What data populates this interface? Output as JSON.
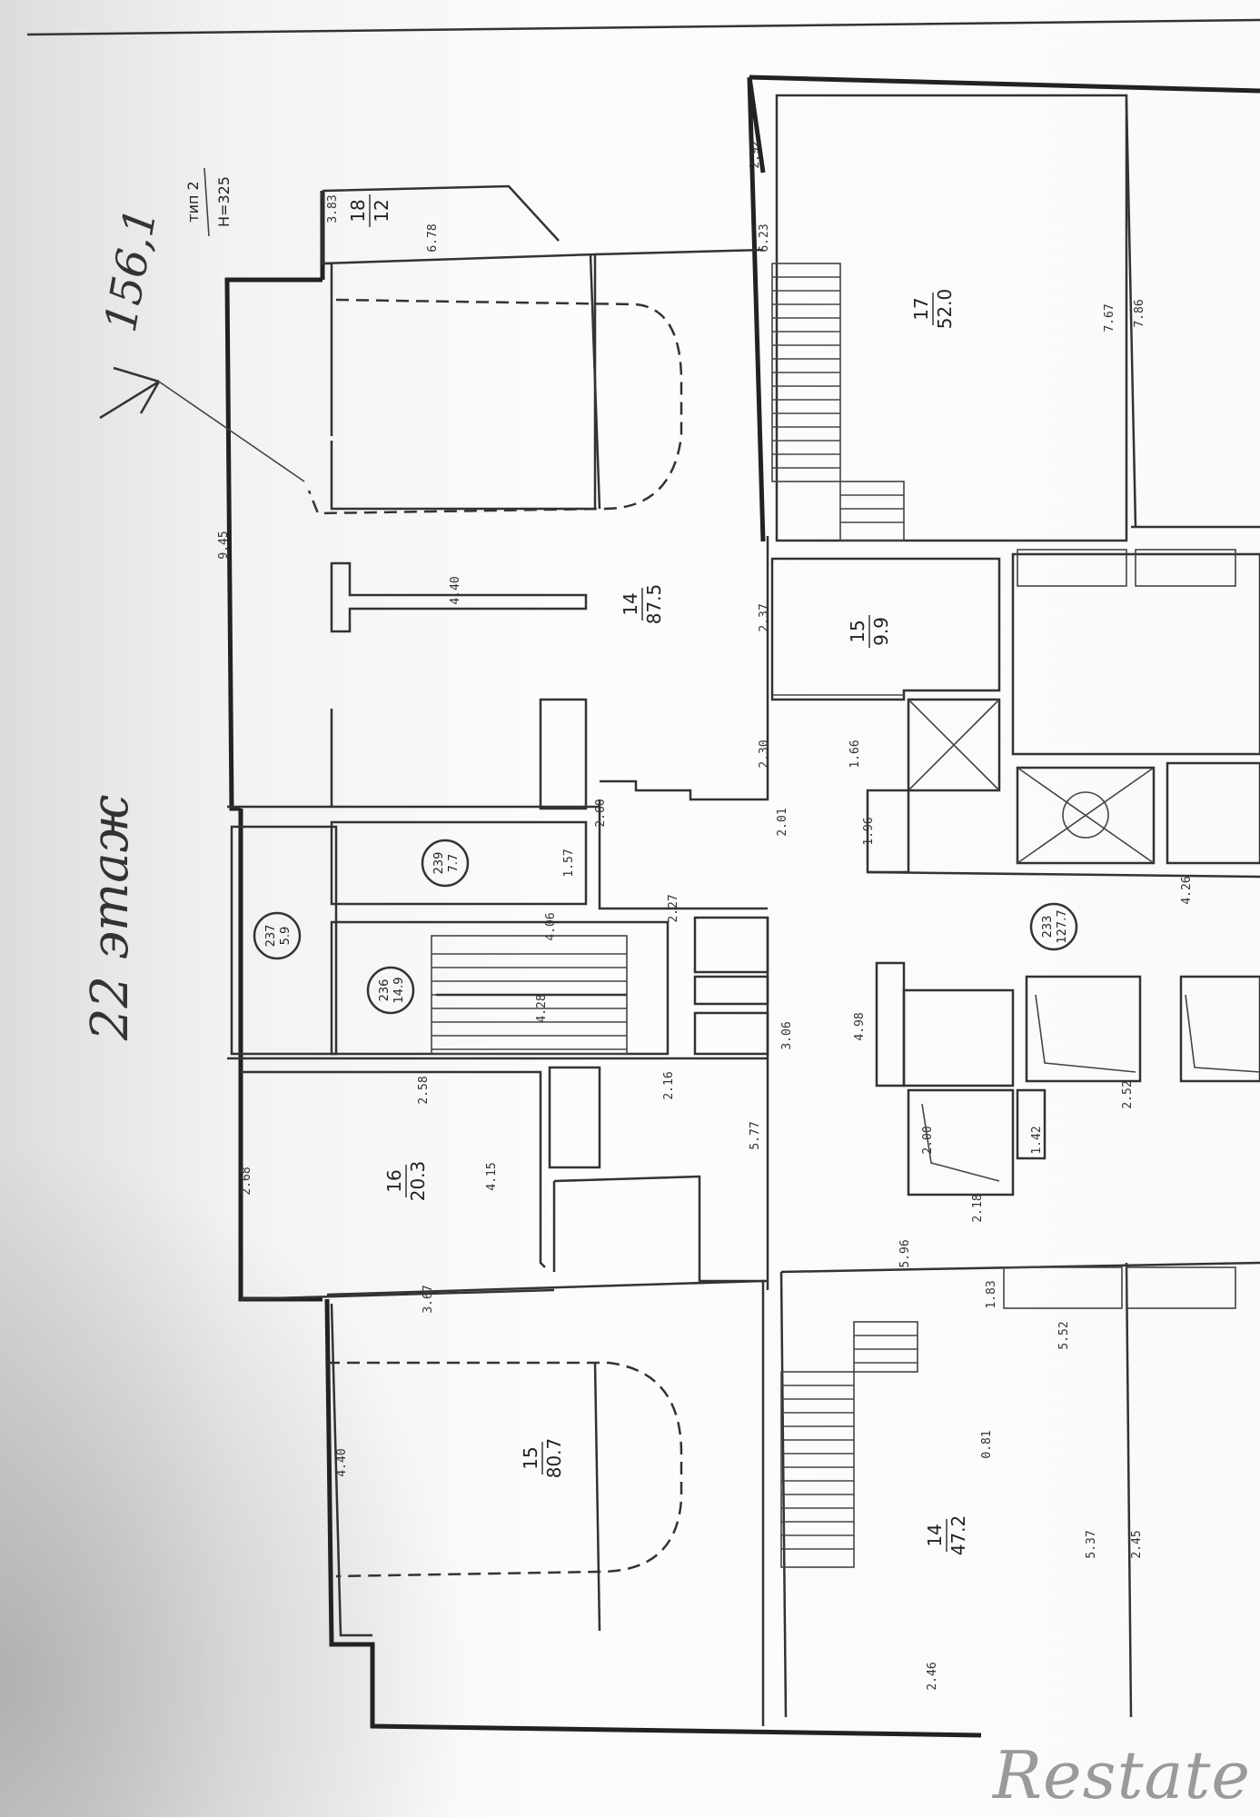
{
  "floor_label": "22 этаж",
  "handwritten_note": "156,1",
  "type_label": "тип 2",
  "height_label": "H=325",
  "rooms": [
    {
      "id": "r17",
      "no": "17",
      "area": "52.0"
    },
    {
      "id": "r14a",
      "no": "14",
      "area": "87.5"
    },
    {
      "id": "r15a",
      "no": "15",
      "area": "9.9"
    },
    {
      "id": "r18a",
      "no": "18",
      "area": "12"
    },
    {
      "id": "r16",
      "no": "16",
      "area": "20.3"
    },
    {
      "id": "r15b",
      "no": "15",
      "area": "80.7"
    },
    {
      "id": "r14b",
      "no": "14",
      "area": "47.2"
    }
  ],
  "circles": [
    {
      "id": "c1",
      "no": "239",
      "area": "7.7"
    },
    {
      "id": "c2",
      "no": "237",
      "area": "5.9"
    },
    {
      "id": "c3",
      "no": "236",
      "area": "14.9"
    },
    {
      "id": "c4",
      "no": "233",
      "area": "127.7"
    }
  ],
  "dims": [
    "2.92",
    "6.23",
    "7.67",
    "7.86",
    "6.78",
    "4.28",
    "3.83",
    "4.40",
    "9.45",
    "2.60",
    "2.37",
    "2.30",
    "2.01",
    "1.66",
    "4.06",
    "4.26",
    "1.96",
    "1.57",
    "2.27",
    "3.06",
    "5.77",
    "2.16",
    "2.58",
    "2.68",
    "4.15",
    "3.67",
    "4.40",
    "5.37",
    "2.45",
    "2.46",
    "5.96",
    "5.52",
    "2.52",
    "4.98",
    "2.18",
    "2.00",
    "1.42",
    "1.83",
    "0.81"
  ],
  "logo": "Restate"
}
